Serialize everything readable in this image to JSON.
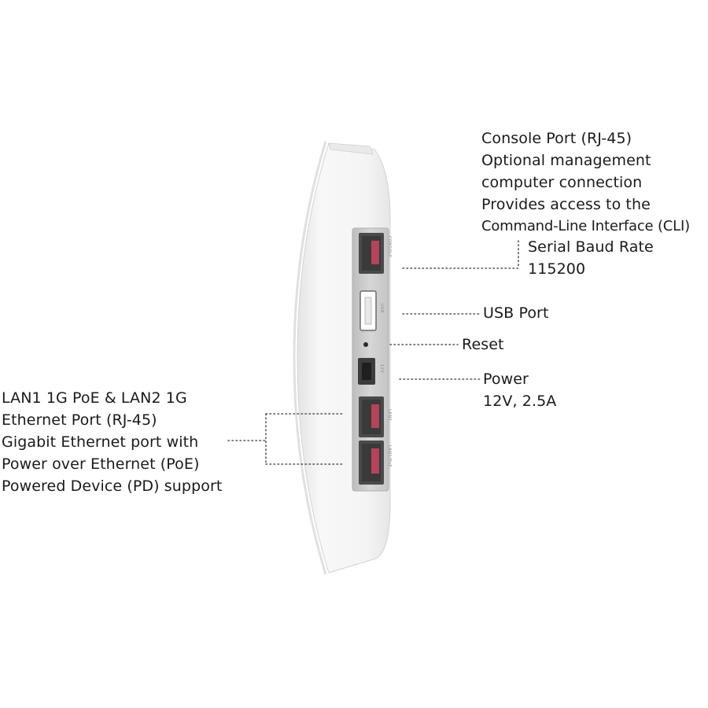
{
  "device": {
    "port_labels": {
      "console": "CONSOLE",
      "usb": "USB",
      "power": "12V",
      "lan2": "LAN2",
      "lan1": "LAN1/PoE"
    }
  },
  "callouts": {
    "console": {
      "lines": [
        "Console Port (RJ-45)",
        "Optional management",
        "computer connection",
        "Provides access to the",
        "Command-Line Interface (CLI)"
      ],
      "baud_lines": [
        "Serial Baud Rate",
        "115200"
      ]
    },
    "usb": {
      "label": "USB Port"
    },
    "reset": {
      "label": "Reset"
    },
    "power": {
      "lines": [
        "Power",
        "12V, 2.5A"
      ]
    },
    "lan": {
      "lines": [
        "LAN1 1G PoE & LAN2 1G",
        "Ethernet Port (RJ-45)",
        "Gigabit Ethernet port with",
        "Power over Ethernet (PoE)",
        "Powered Device (PD) support"
      ]
    }
  },
  "colors": {
    "text": "#1a1a1a",
    "leader": "#555555",
    "housing": "#f2f2f2",
    "panel": "#cfcfcf",
    "port": "#4a4a4a",
    "port_insert": "#b5445a"
  }
}
